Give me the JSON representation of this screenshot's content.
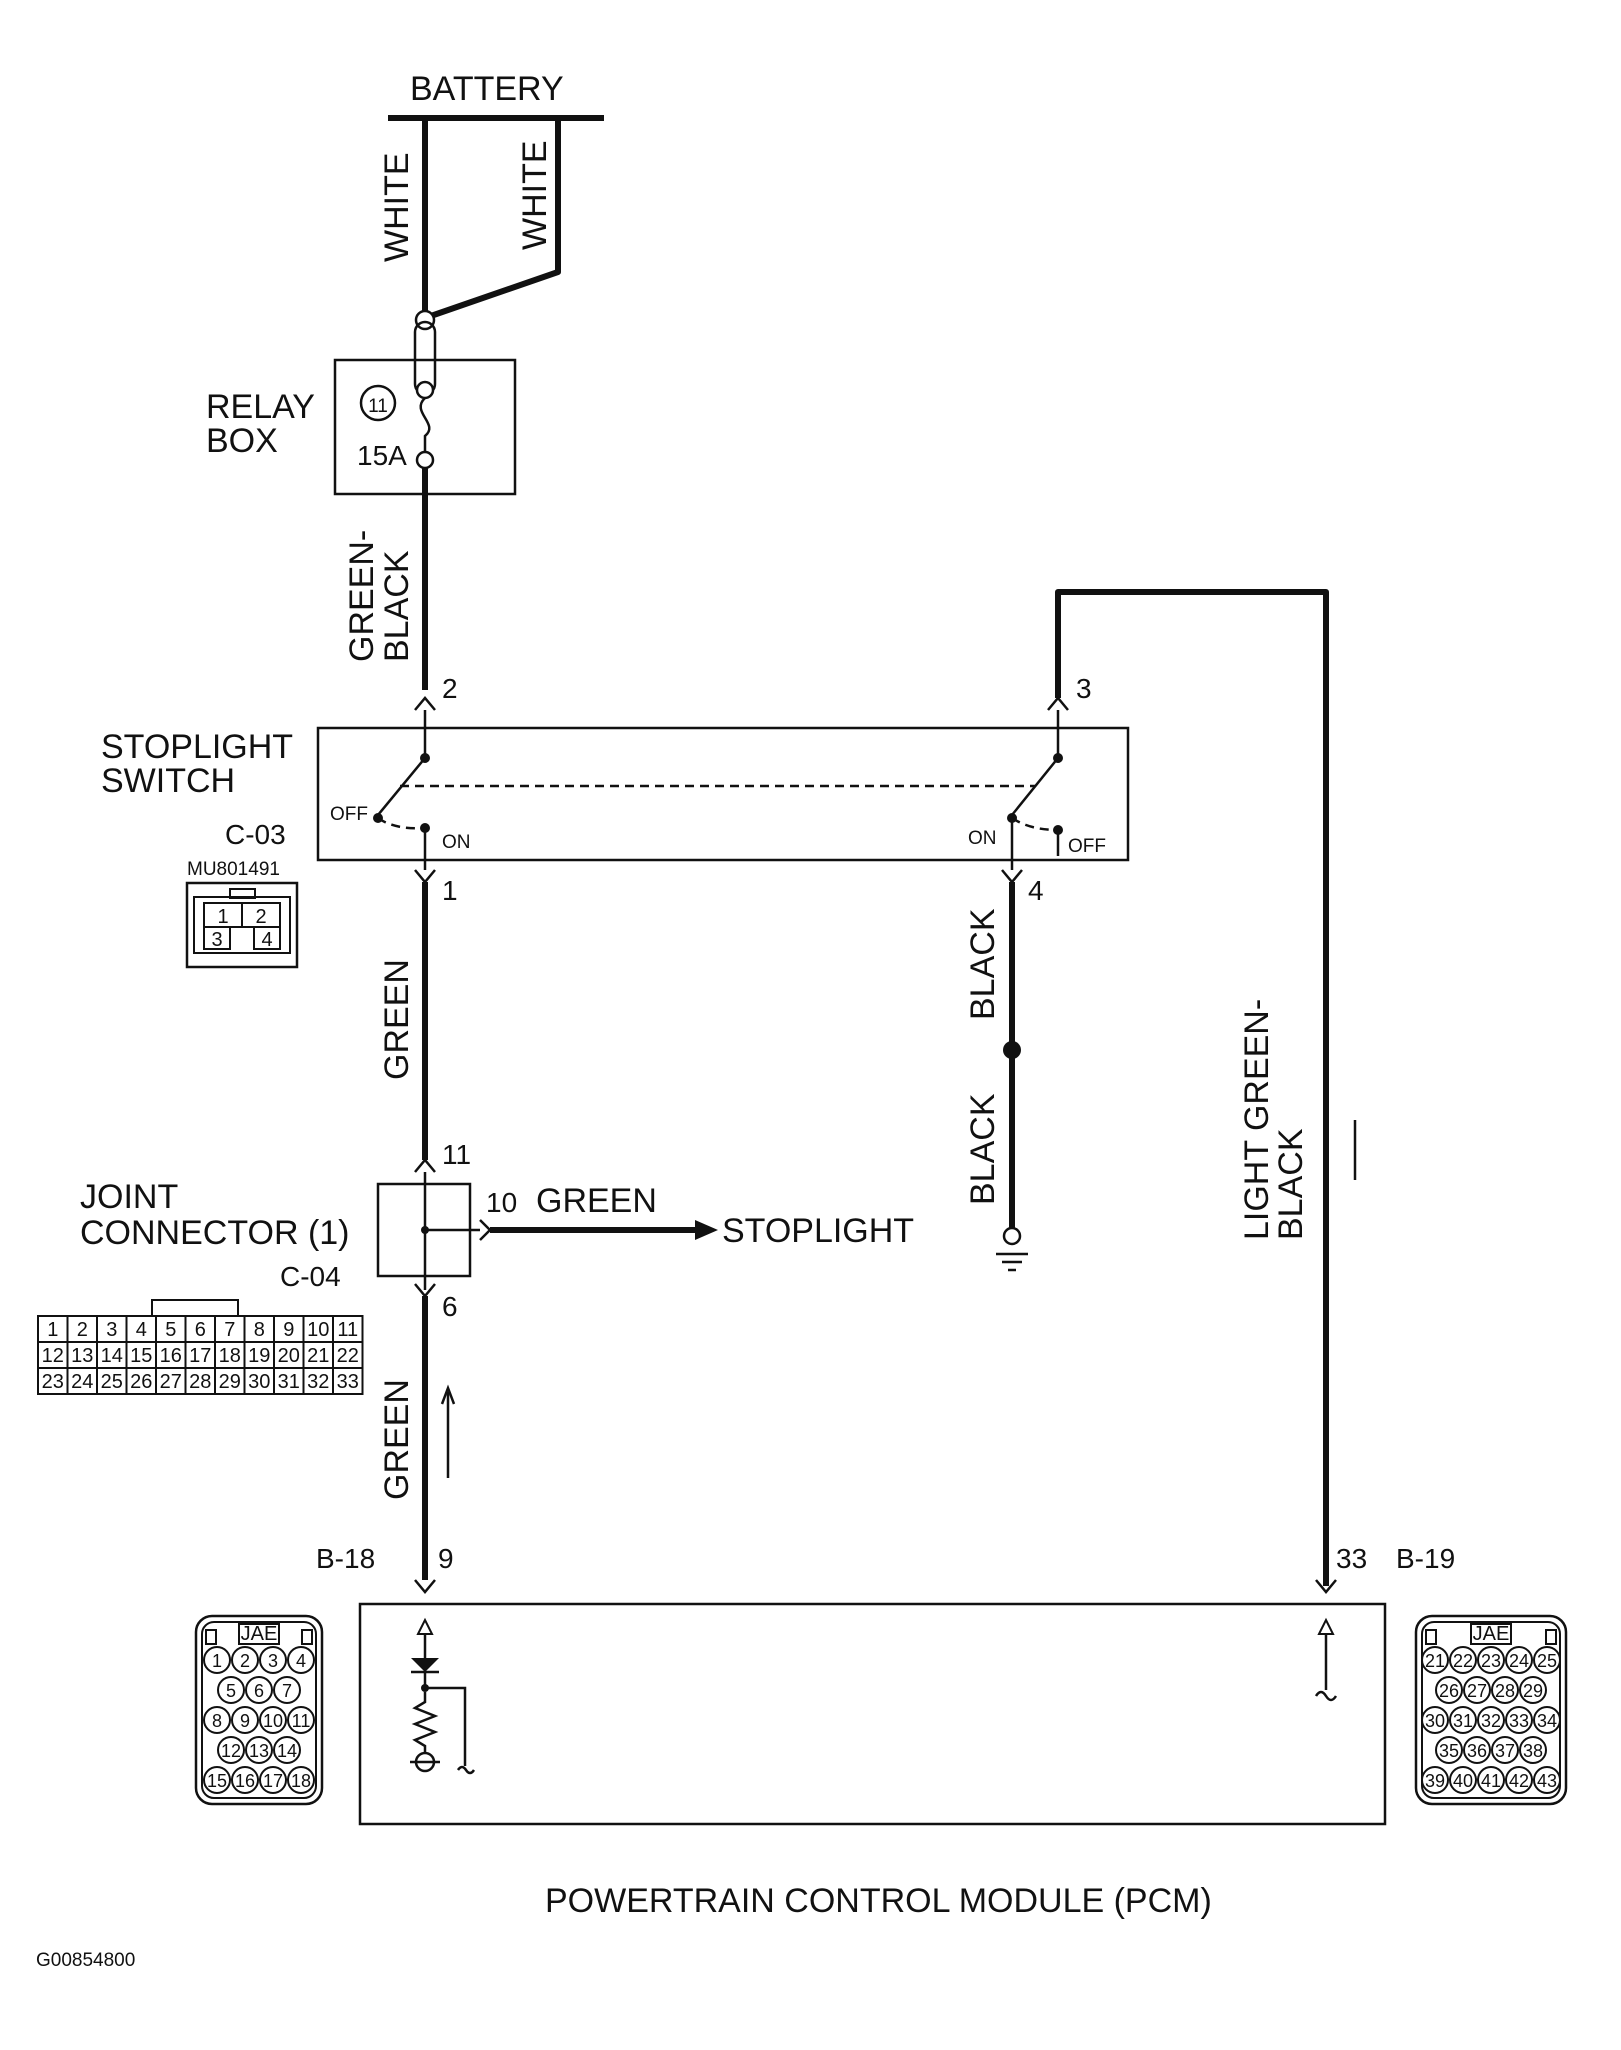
{
  "battery": {
    "label": "BATTERY"
  },
  "wires": {
    "white_left": "WHITE",
    "white_right": "WHITE",
    "green_black_1": "GREEN-",
    "green_black_2": "BLACK",
    "green_upper": "GREEN",
    "green_lower": "GREEN",
    "black_upper": "BLACK",
    "black_lower": "BLACK",
    "light_green_1": "LIGHT GREEN-",
    "light_green_2": "BLACK",
    "stoplight_wire": "GREEN"
  },
  "relay_box": {
    "label_1": "RELAY",
    "label_2": "BOX",
    "fuse_no": "11",
    "fuse_amp": "15A"
  },
  "stoplight_switch": {
    "label_1": "STOPLIGHT",
    "label_2": "SWITCH",
    "connector": "C-03",
    "part_no": "MU801491",
    "pins": {
      "p1": "1",
      "p2": "2",
      "p3": "3",
      "p4": "4"
    },
    "off_left": "OFF",
    "on_left": "ON",
    "on_right": "ON",
    "off_right": "OFF"
  },
  "joint_connector": {
    "label_1": "JOINT",
    "label_2": "CONNECTOR (1)",
    "connector": "C-04",
    "pin_in": "11",
    "pin_out": "10",
    "pin_down": "6",
    "rows": [
      [
        "1",
        "2",
        "3",
        "4",
        "5",
        "6",
        "7",
        "8",
        "9",
        "10",
        "11"
      ],
      [
        "12",
        "13",
        "14",
        "15",
        "16",
        "17",
        "18",
        "19",
        "20",
        "21",
        "22"
      ],
      [
        "23",
        "24",
        "25",
        "26",
        "27",
        "28",
        "29",
        "30",
        "31",
        "32",
        "33"
      ]
    ]
  },
  "stoplight_dest": "STOPLIGHT",
  "pcm": {
    "label": "POWERTRAIN CONTROL MODULE (PCM)",
    "left_connector": "B-18",
    "left_pin": "9",
    "right_connector": "B-19",
    "right_pin": "33",
    "jae": "JAE",
    "left_rows": [
      [
        "1",
        "2",
        "3",
        "4"
      ],
      [
        "5",
        "6",
        "7"
      ],
      [
        "8",
        "9",
        "10",
        "11"
      ],
      [
        "12",
        "13",
        "14"
      ],
      [
        "15",
        "16",
        "17",
        "18"
      ]
    ],
    "right_rows": [
      [
        "21",
        "22",
        "23",
        "24",
        "25"
      ],
      [
        "26",
        "27",
        "28",
        "29"
      ],
      [
        "30",
        "31",
        "32",
        "33",
        "34"
      ],
      [
        "35",
        "36",
        "37",
        "38"
      ],
      [
        "39",
        "40",
        "41",
        "42",
        "43"
      ]
    ]
  },
  "figure_id": "G00854800"
}
